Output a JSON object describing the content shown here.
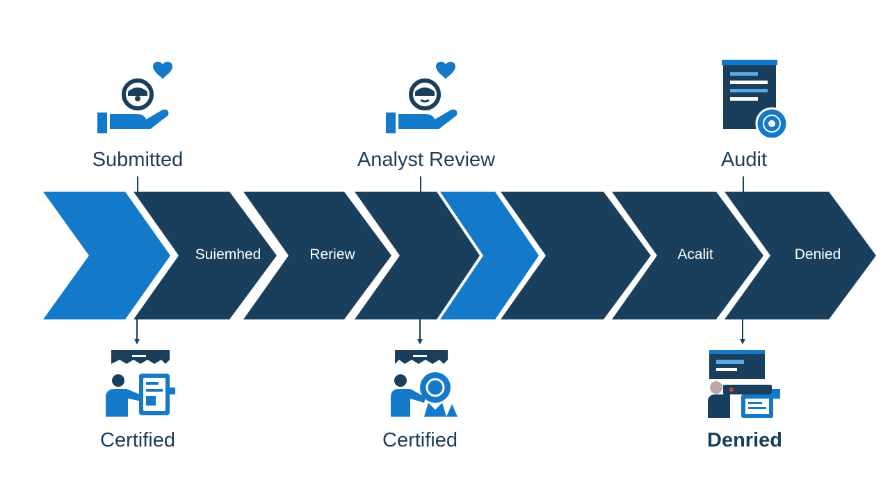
{
  "colors": {
    "dark_navy": "#1a3f5c",
    "bright_blue": "#1479c9",
    "text": "#1c3d5a"
  },
  "top_stages": [
    {
      "label": "Submitted",
      "icon": "hand-heart-person-icon"
    },
    {
      "label": "Analyst Review",
      "icon": "hand-heart-person-icon"
    },
    {
      "label": "Audit",
      "icon": "document-seal-icon"
    }
  ],
  "chevron_labels": [
    "Suiemhed",
    "Reriew",
    "Acalit",
    "Denied"
  ],
  "bottom_outcomes": [
    {
      "label": "Certified",
      "icon": "person-presenting-board-icon"
    },
    {
      "label": "Certified",
      "icon": "person-presenting-badge-icon"
    },
    {
      "label": "Denried",
      "icon": "person-at-screen-icon"
    }
  ]
}
